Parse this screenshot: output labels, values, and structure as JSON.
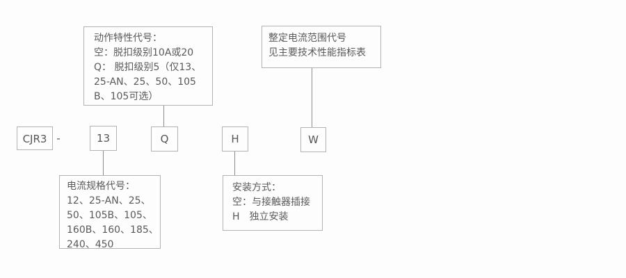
{
  "colors": {
    "border": "#b2b2b2",
    "text": "#595959",
    "connector_line": "#8c8c8c",
    "background": "#fdfdfd"
  },
  "model_row": {
    "prefix": "CJR3",
    "separator": "-",
    "code_current": "13",
    "code_action": "Q",
    "code_mounting": "H",
    "code_range": "W"
  },
  "callouts": {
    "action_characteristic": {
      "lines": [
        "动作特性代号：",
        "空：脱扣级别10A或20",
        "Q： 脱扣级别5（仅13、",
        "25-AN、25、50、105",
        "B、105可选）"
      ]
    },
    "setting_current_range": {
      "lines": [
        "整定电流范围代号",
        "见主要技术性能指标表"
      ]
    },
    "current_spec": {
      "lines": [
        "电流规格代号：",
        "12、25-AN、25、",
        "50、105B、105、",
        "160B、160、185、",
        "240、450"
      ]
    },
    "mounting_method": {
      "lines": [
        "安装方式：",
        "空：与接触器插接",
        "H　独立安装"
      ]
    }
  }
}
